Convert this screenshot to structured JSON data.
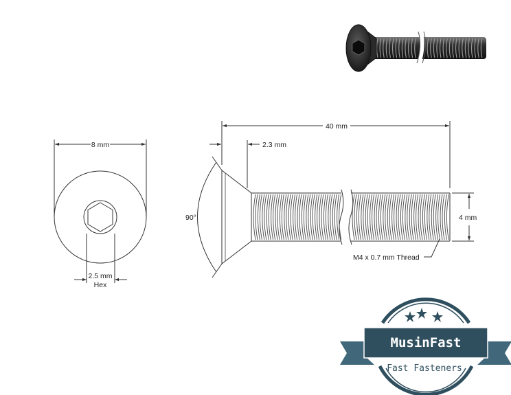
{
  "diagram": {
    "dimensions": {
      "head_diameter": "8 mm",
      "hex_size": "2.5 mm",
      "hex_caption": "Hex",
      "overall_length": "40 mm",
      "head_height": "2.3 mm",
      "countersink_angle": "90°",
      "thread_diameter": "4 mm",
      "thread_callout": "M4 x 0.7 mm Thread"
    }
  },
  "logo": {
    "brand": "MusinFast",
    "tagline": "Fast Fasteners",
    "colors": {
      "navy": "#2f4f5f",
      "accent": "#41677a",
      "white": "#ffffff"
    }
  }
}
